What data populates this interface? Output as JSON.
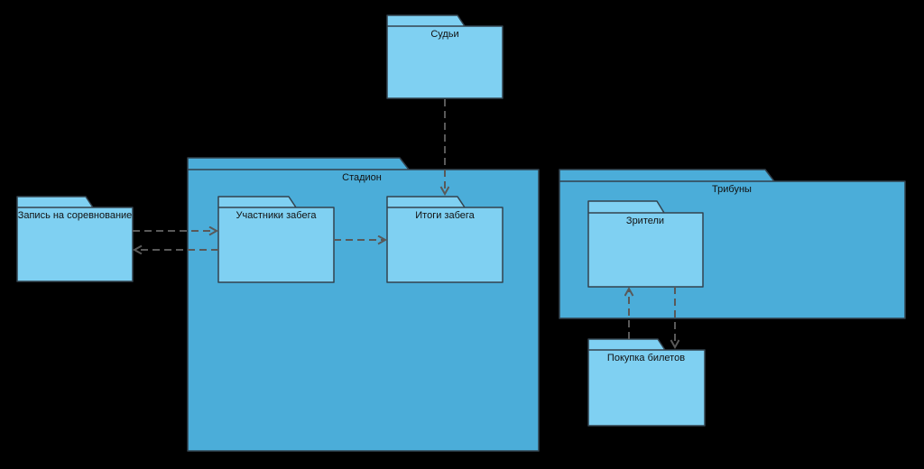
{
  "diagram": {
    "type": "uml-package-diagram",
    "background_color": "#000000",
    "palette": {
      "outer_package_fill": "#4badd9",
      "inner_package_fill": "#7fd0f2",
      "package_border": "#33424e",
      "dependency_arrow": "#595959",
      "label_text": "#111111"
    },
    "packages": [
      {
        "label": "Судьи"
      },
      {
        "label": "Запись на соревнование"
      },
      {
        "label": "Стадион",
        "contains": [
          "Участники забега",
          "Итоги забега"
        ]
      },
      {
        "label": "Участники забега"
      },
      {
        "label": "Итоги забега"
      },
      {
        "label": "Трибуны",
        "contains": [
          "Зрители"
        ]
      },
      {
        "label": "Зрители"
      },
      {
        "label": "Покупка билетов"
      }
    ],
    "dependencies": [
      {
        "from": "Судьи",
        "to": "Итоги забега",
        "style": "dashed-open-arrow"
      },
      {
        "from": "Запись на соревнование",
        "to": "Участники забега",
        "style": "dashed-open-arrow"
      },
      {
        "from": "Участники забега",
        "to": "Запись на соревнование",
        "style": "dashed-open-arrow"
      },
      {
        "from": "Участники забега",
        "to": "Итоги забега",
        "style": "dashed-open-arrow"
      },
      {
        "from": "Покупка билетов",
        "to": "Зрители",
        "style": "dashed-open-arrow"
      },
      {
        "from": "Зрители",
        "to": "Покупка билетов",
        "style": "dashed-open-arrow"
      }
    ]
  }
}
